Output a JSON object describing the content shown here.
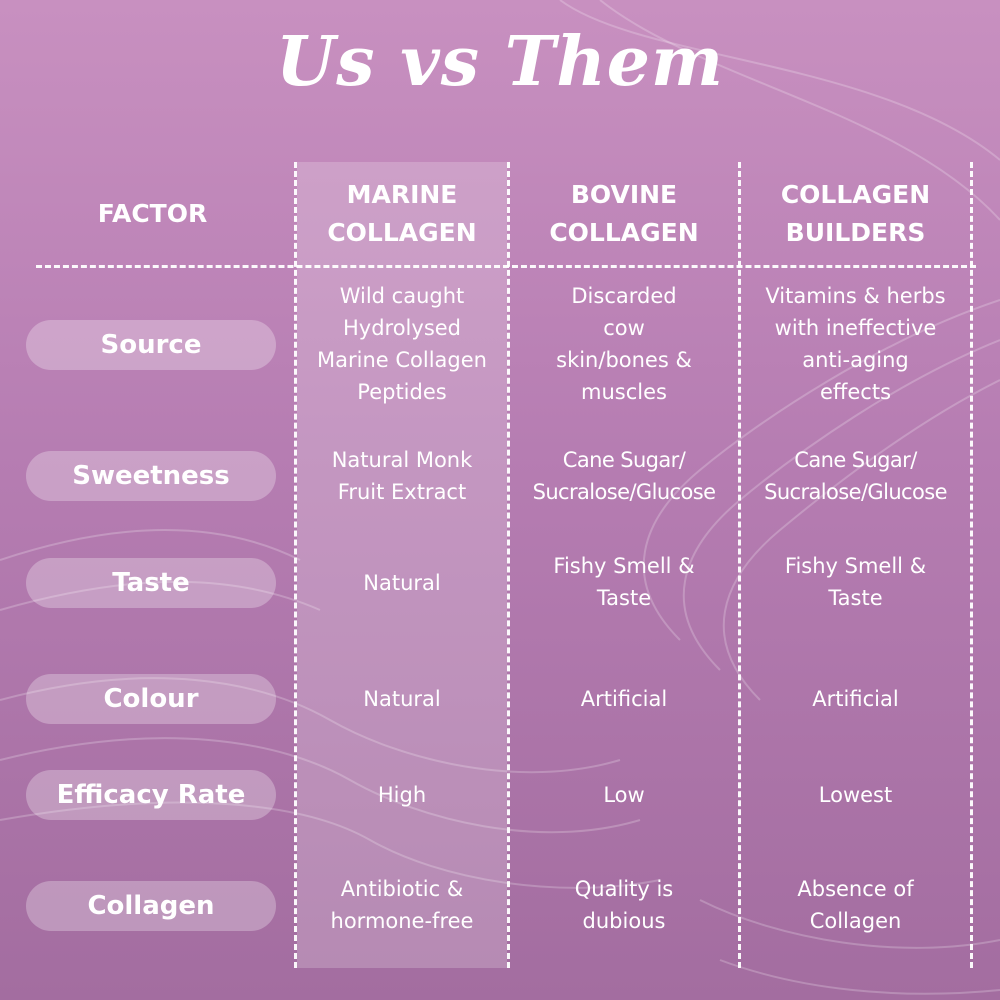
{
  "title": "Us vs Them",
  "headers": {
    "factor": [
      "FACTOR"
    ],
    "marine": [
      "MARINE",
      "COLLAGEN"
    ],
    "bovine": [
      "BOVINE",
      "COLLAGEN"
    ],
    "builders": [
      "COLLAGEN",
      "BUILDERS"
    ]
  },
  "rows": [
    {
      "factor": "Source",
      "marine": [
        "Wild caught",
        "Hydrolysed",
        "Marine Collagen",
        "Peptides"
      ],
      "bovine": [
        "Discarded",
        "cow",
        "skin/bones &",
        "muscles"
      ],
      "builders": [
        "Vitamins & herbs",
        "with ineffective",
        "anti-aging",
        "effects"
      ]
    },
    {
      "factor": "Sweetness",
      "marine": [
        "Natural Monk",
        "Fruit Extract"
      ],
      "bovine": [
        "Cane Sugar/",
        "Sucralose/Glucose"
      ],
      "builders": [
        "Cane Sugar/",
        "Sucralose/Glucose"
      ]
    },
    {
      "factor": "Taste",
      "marine": [
        "Natural"
      ],
      "bovine": [
        "Fishy Smell &",
        "Taste"
      ],
      "builders": [
        "Fishy Smell &",
        "Taste"
      ]
    },
    {
      "factor": "Colour",
      "marine": [
        "Natural"
      ],
      "bovine": [
        "Artificial"
      ],
      "builders": [
        "Artificial"
      ]
    },
    {
      "factor": "Efficacy Rate",
      "marine": [
        "High"
      ],
      "bovine": [
        "Low"
      ],
      "builders": [
        "Lowest"
      ]
    },
    {
      "factor": "Collagen",
      "marine": [
        "Antibiotic &",
        "hormone-free"
      ],
      "bovine": [
        "Quality is",
        "dubious"
      ],
      "builders": [
        "Absence of",
        "Collagen"
      ]
    }
  ]
}
